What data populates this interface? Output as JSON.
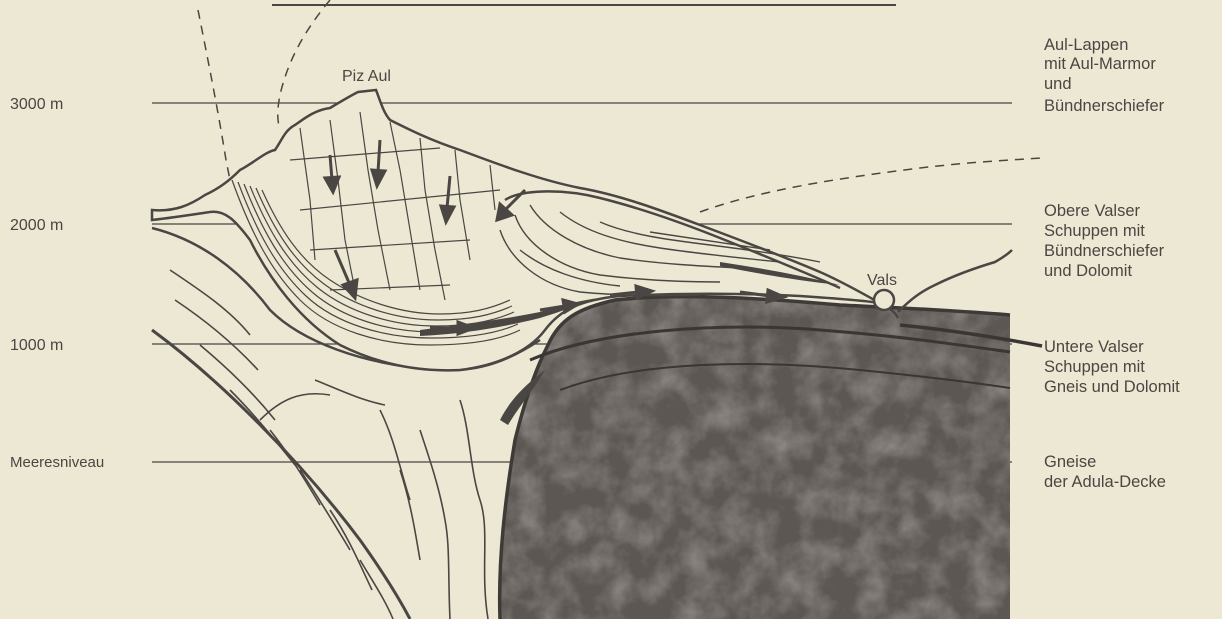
{
  "diagram": {
    "elevations": [
      {
        "key": "e3000",
        "label": "3000 m"
      },
      {
        "key": "e2000",
        "label": "2000 m"
      },
      {
        "key": "e1000",
        "label": "1000 m"
      },
      {
        "key": "sea",
        "label": "Meeresniveau"
      }
    ],
    "places": {
      "peak": "Piz Aul",
      "village": "Vals"
    },
    "units": [
      {
        "key": "aul",
        "lines": [
          "Aul-Lappen",
          "mit Aul-Marmor",
          "und",
          "Bündnerschiefer"
        ]
      },
      {
        "key": "obere",
        "lines": [
          "Obere Valser",
          "Schuppen mit",
          "Bündnerschiefer",
          "und Dolomit"
        ]
      },
      {
        "key": "untere",
        "lines": [
          "Untere Valser",
          "Schuppen mit",
          "Gneis und Dolomit"
        ]
      },
      {
        "key": "adula",
        "lines": [
          "Gneise",
          "der Adula-Decke"
        ]
      }
    ],
    "colors": {
      "paper": "#ede8d3",
      "ink": "#4a4643",
      "gneiss": "#5a5550"
    }
  }
}
